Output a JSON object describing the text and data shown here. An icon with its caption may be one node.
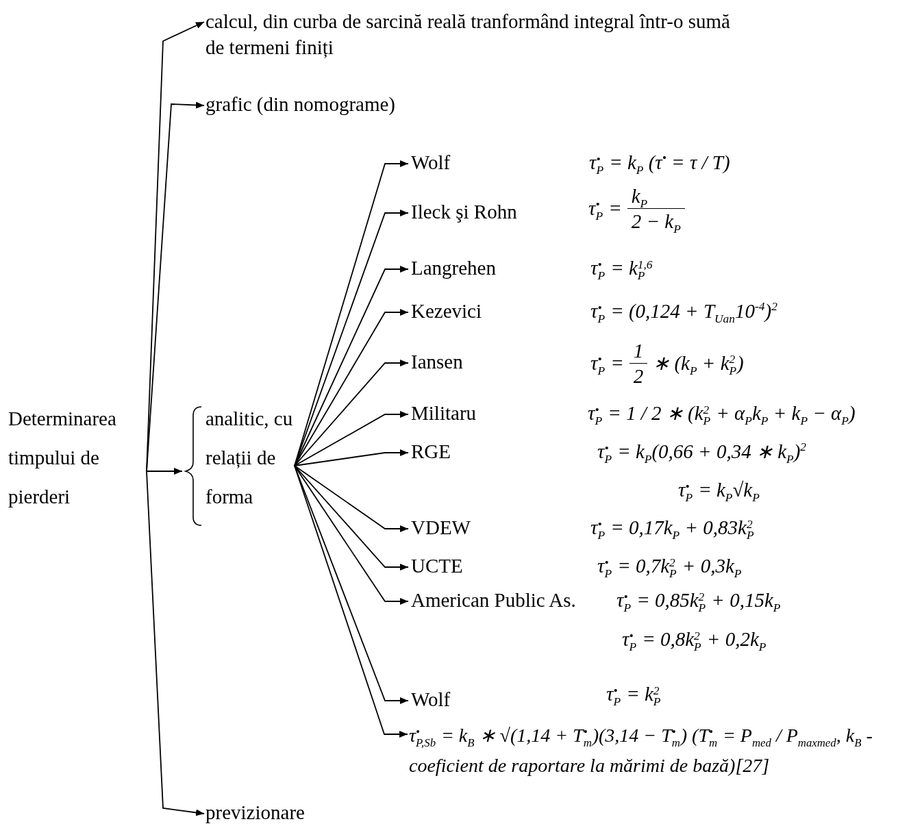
{
  "diagram": {
    "nodes": [
      {
        "text": [
          "Determinarea timpului de pierderi"
        ]
      },
      {
        "text": [
          "calcul, din curba de sarcină reală tranformând integral într-o sumă de termeni finiți"
        ]
      },
      {
        "text": [
          "grafic (din nomograme)"
        ]
      },
      {
        "text": [
          "analitic, cu relații de forma"
        ]
      },
      {
        "text": [
          "previzionare"
        ]
      },
      {
        "text": [
          "Wolf",
          "τ$^{•}$$_{P}$ = k$_{P}$ (τ$^{•}$ = τ / T)"
        ]
      },
      {
        "text": [
          "Ileck şi Rohn",
          "τ$^{•}$$_{P}$ =",
          "k$_{P}$",
          "2 − k$_{P}$"
        ]
      },
      {
        "text": [
          "Langrehen",
          "τ$^{•}$$_{P}$ = k$_{P}$$^{1,6}$"
        ]
      },
      {
        "text": [
          "Kezevici",
          "τ$^{•}$$_{P}$ = (0,124 + T$_{Uan}$10$^{-4}$)$^{2}$"
        ]
      },
      {
        "text": [
          "Iansen",
          "τ$^{•}$$_{P}$ =",
          "1",
          "2",
          "∗ (k$_{P}$ + k$_{P}$$^{2}$)"
        ]
      },
      {
        "text": [
          "Militaru",
          "τ$^{•}$$_{P}$ = 1 / 2 ∗ (k$_{P}$$^{2}$ + α$_{P}$k$_{P}$ + k$_{P}$ − α$_{P}$)"
        ]
      },
      {
        "text": [
          "RGE",
          "τ$^{•}$$_{P}$ = k$_{P}$(0,66 + 0,34 ∗ k$_{P}$)$^{2}$",
          "τ$^{•}$$_{P}$ = k$_{P}$√k$_{P}$"
        ]
      },
      {
        "text": [
          "VDEW",
          "τ$^{•}$$_{P}$ = 0,17k$_{P}$ + 0,83k$_{P}$$^{2}$"
        ]
      },
      {
        "text": [
          "UCTE",
          "τ$^{•}$$_{P}$ = 0,7k$_{P}$$^{2}$ + 0,3k$_{P}$"
        ]
      },
      {
        "text": [
          "American Public As.",
          "τ$^{•}$$_{P}$ = 0,85k$_{P}$$^{2}$ + 0,15k$_{P}$",
          "τ$^{•}$$_{P}$ = 0,8k$_{P}$$^{2}$ + 0,2k$_{P}$"
        ]
      },
      {
        "text": [
          "Wolf",
          "τ$^{•}$$_{P}$ = k$_{P}$$^{2}$"
        ]
      },
      {
        "text": [
          "τ$^{•}$$_{P,Sb}$ = k$_{B}$ ∗ √(1,14 + T$^{•}$$_{m}$)(3,14 − T$^{•}$$_{m}$) (T$^{•}$$_{m}$ = P$_{med}$ / P$_{maxmed}$, k$_{B}$ - coeficient de raportare la mărimi de bază)[27]"
        ]
      }
    ],
    "edges": [
      {
        "from": 0,
        "to": 1,
        "arrow": "to"
      },
      {
        "from": 0,
        "to": 2,
        "arrow": "to"
      },
      {
        "from": 0,
        "to": 3,
        "arrow": "to"
      },
      {
        "from": 0,
        "to": 4,
        "arrow": "to"
      },
      {
        "from": 3,
        "to": 5,
        "arrow": "to"
      },
      {
        "from": 3,
        "to": 6,
        "arrow": "to"
      },
      {
        "from": 3,
        "to": 7,
        "arrow": "to"
      },
      {
        "from": 3,
        "to": 8,
        "arrow": "to"
      },
      {
        "from": 3,
        "to": 9,
        "arrow": "to"
      },
      {
        "from": 3,
        "to": 10,
        "arrow": "to"
      },
      {
        "from": 3,
        "to": 11,
        "arrow": "to"
      },
      {
        "from": 3,
        "to": 12,
        "arrow": "to"
      },
      {
        "from": 3,
        "to": 13,
        "arrow": "to"
      },
      {
        "from": 3,
        "to": 14,
        "arrow": "to"
      },
      {
        "from": 3,
        "to": 15,
        "arrow": "to"
      },
      {
        "from": 3,
        "to": 16,
        "arrow": "to"
      }
    ]
  }
}
